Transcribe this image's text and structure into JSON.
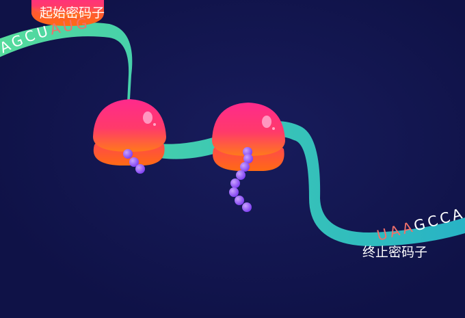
{
  "labels": {
    "start_codon": "起始密码子",
    "stop_codon": "终止密码子"
  },
  "sequence_start": {
    "plain": "AGCU",
    "highlight": "AUG"
  },
  "sequence_end": {
    "highlight": "UAA",
    "plain": "GCCA"
  },
  "colors": {
    "background": "#0f1247",
    "strand_left": "#4fd6a3",
    "strand_right": "#2bb6c3",
    "ribosome_top": "#ff2d8a",
    "ribosome_bottom": "#ff6a1e",
    "peptide_bead": "#9b5cff",
    "codon_highlight": "#f0706a",
    "codon_text": "#ffffff"
  }
}
